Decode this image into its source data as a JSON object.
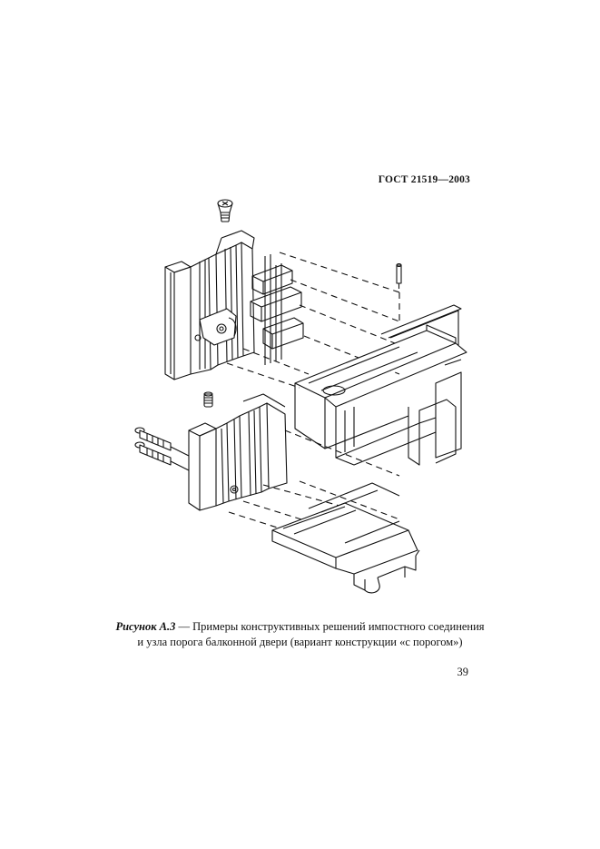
{
  "header": {
    "standard": "ГОСТ 21519—2003"
  },
  "figure": {
    "caption_label": "Рисунок А.3",
    "caption_dash": " — ",
    "caption_line1": "Примеры конструктивных решений импостного соединения",
    "caption_line2": "и узла порога балконной двери (вариант конструкции «с порогом»)"
  },
  "footer": {
    "page_number": "39"
  },
  "colors": {
    "ink": "#111111",
    "paper": "#ffffff"
  }
}
